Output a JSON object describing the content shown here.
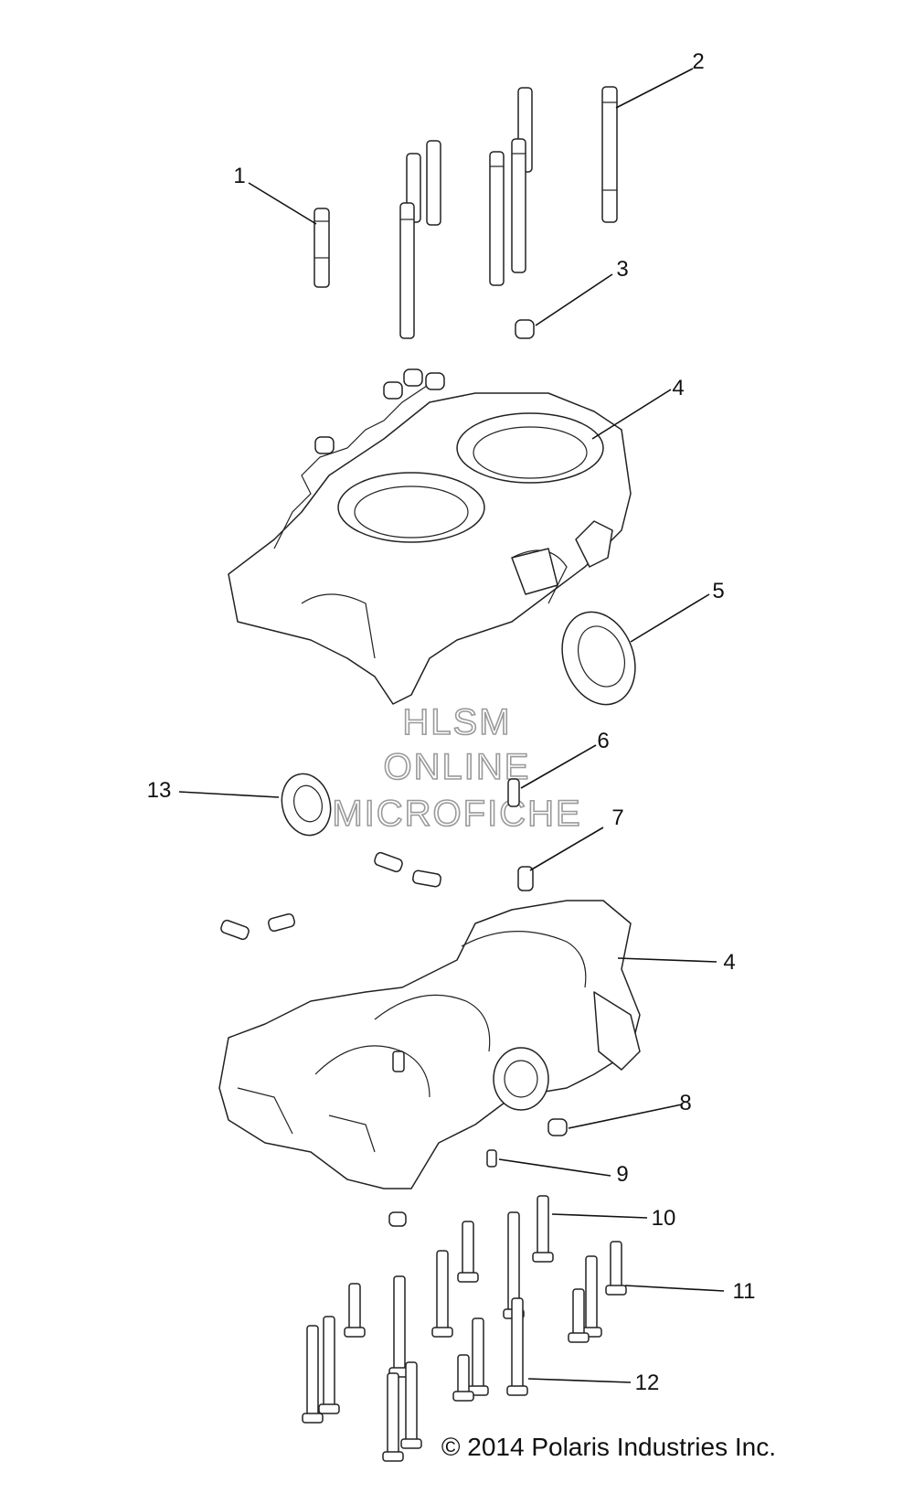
{
  "watermark": {
    "line1": "HLSM",
    "line2": "ONLINE",
    "line3": "MICROFICHE"
  },
  "copyright": "© 2014 Polaris Industries Inc.",
  "callouts": [
    "1",
    "2",
    "3",
    "4",
    "5",
    "6",
    "7",
    "4",
    "8",
    "9",
    "10",
    "11",
    "12",
    "13"
  ]
}
